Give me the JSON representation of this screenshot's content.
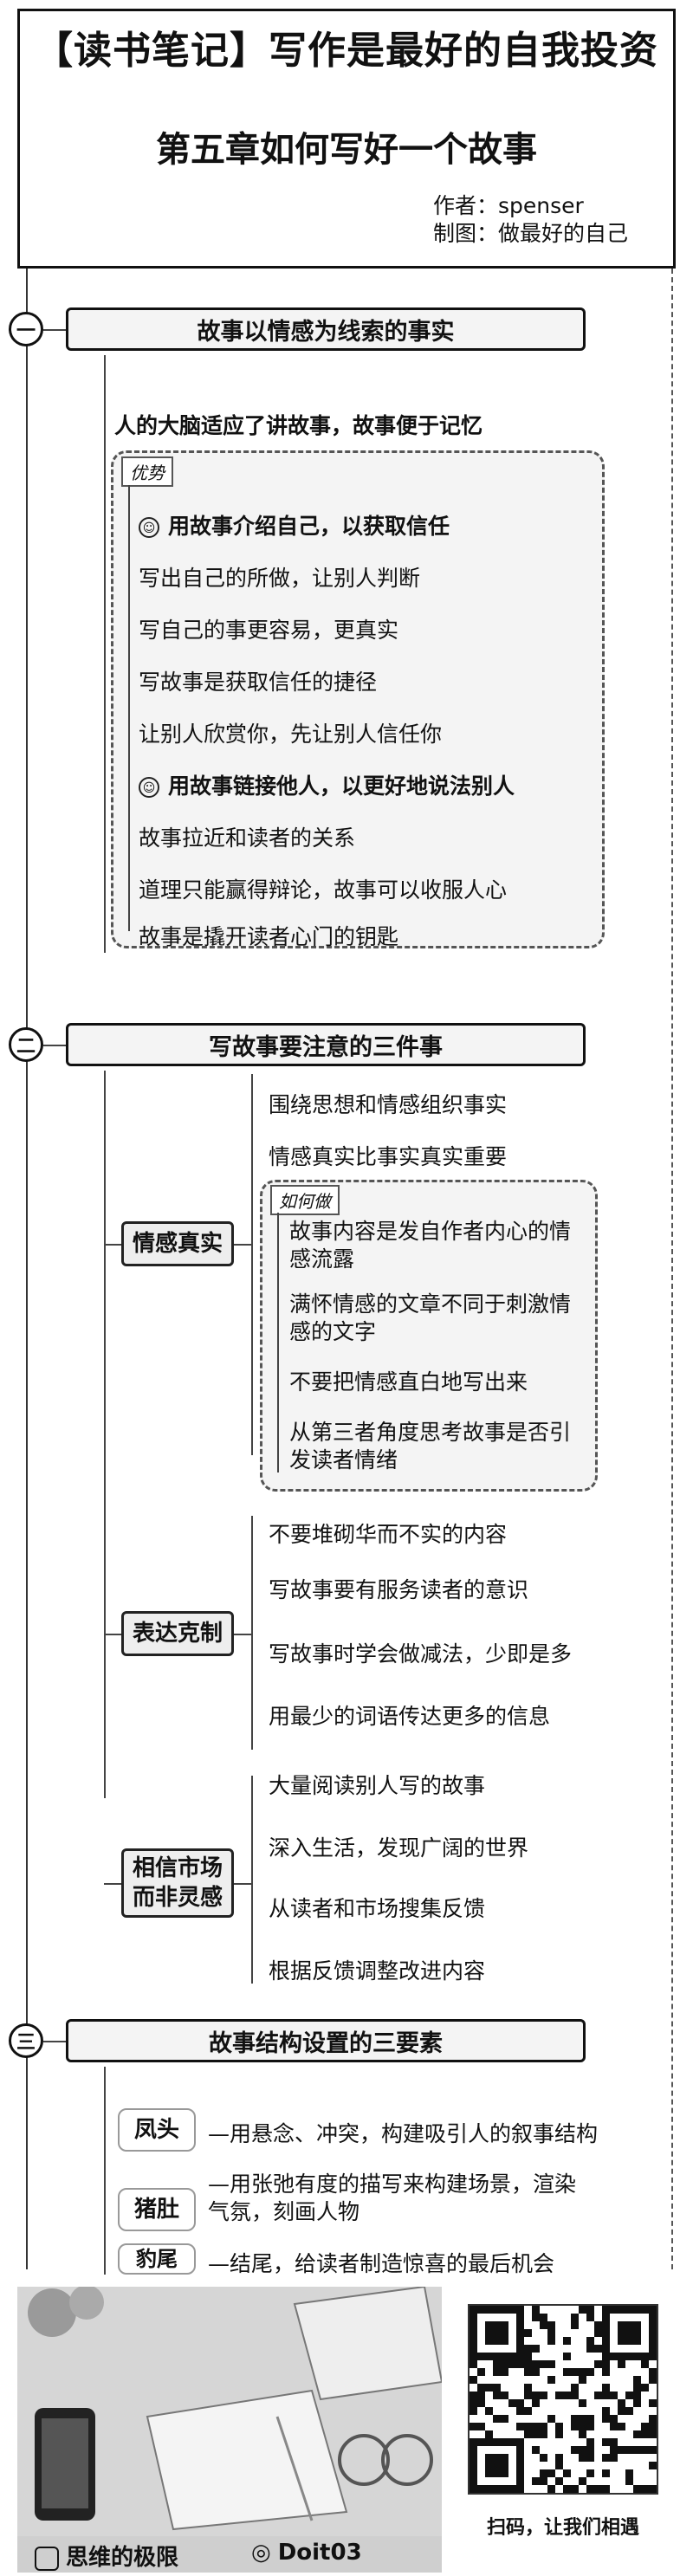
{
  "header": {
    "title": "【读书笔记】写作是最好的自我投资",
    "subtitle": "第五章如何写好一个故事",
    "author_line": "作者：spenser",
    "maker_line": "制图：做最好的自己"
  },
  "section1": {
    "marker": "一",
    "title": "故事以情感为线索的事实",
    "intro": "人的大脑适应了讲故事，故事便于记忆",
    "tag": "优势",
    "items": [
      {
        "text": "用故事介绍自己，以获取信任",
        "bold": true
      },
      {
        "text": "写出自己的所做，让别人判断"
      },
      {
        "text": "写自己的事更容易，更真实"
      },
      {
        "text": "写故事是获取信任的捷径"
      },
      {
        "text": "让别人欣赏你，先让别人信任你"
      },
      {
        "text": "用故事链接他人，以更好地说法别人",
        "bold": true
      },
      {
        "text": "故事拉近和读者的关系"
      },
      {
        "text": "道理只能赢得辩论，故事可以收服人心"
      },
      {
        "text": "故事是撬开读者心门的钥匙"
      }
    ]
  },
  "section2": {
    "marker": "二",
    "title": "写故事要注意的三件事",
    "groups": [
      {
        "label": "情感真实",
        "items": [
          "围绕思想和情感组织事实",
          "情感真实比事实真实重要"
        ],
        "tag": "如何做",
        "sub_items": [
          "故事内容是发自作者内心的情感流露",
          "满怀情感的文章不同于刺激情感的文字",
          "不要把情感直白地写出来",
          "从第三者角度思考故事是否引发读者情绪"
        ]
      },
      {
        "label": "表达克制",
        "items": [
          "不要堆砌华而不实的内容",
          "写故事要有服务读者的意识",
          "写故事时学会做减法，少即是多",
          "用最少的词语传达更多的信息"
        ]
      },
      {
        "label": "相信市场而非灵感",
        "items": [
          "大量阅读别人写的故事",
          "深入生活，发现广阔的世界",
          "从读者和市场搜集反馈",
          "根据反馈调整改进内容"
        ]
      }
    ]
  },
  "section3": {
    "marker": "三",
    "title": "故事结构设置的三要素",
    "rows": [
      {
        "label": "凤头",
        "text": "用悬念、冲突，构建吸引人的叙事结构"
      },
      {
        "label": "猪肚",
        "text": "用张弛有度的描写来构建场景，渲染气氛，刻画人物"
      },
      {
        "label": "豹尾",
        "text": "结尾，给读者制造惊喜的最后机会"
      }
    ]
  },
  "footer": {
    "brand": "思维的极限",
    "wechat": "Doit03",
    "qr_caption": "扫码，让我们相遇"
  },
  "colors": {
    "line": "#444444",
    "box_fill": "#f4f4f4",
    "text": "#111111"
  }
}
